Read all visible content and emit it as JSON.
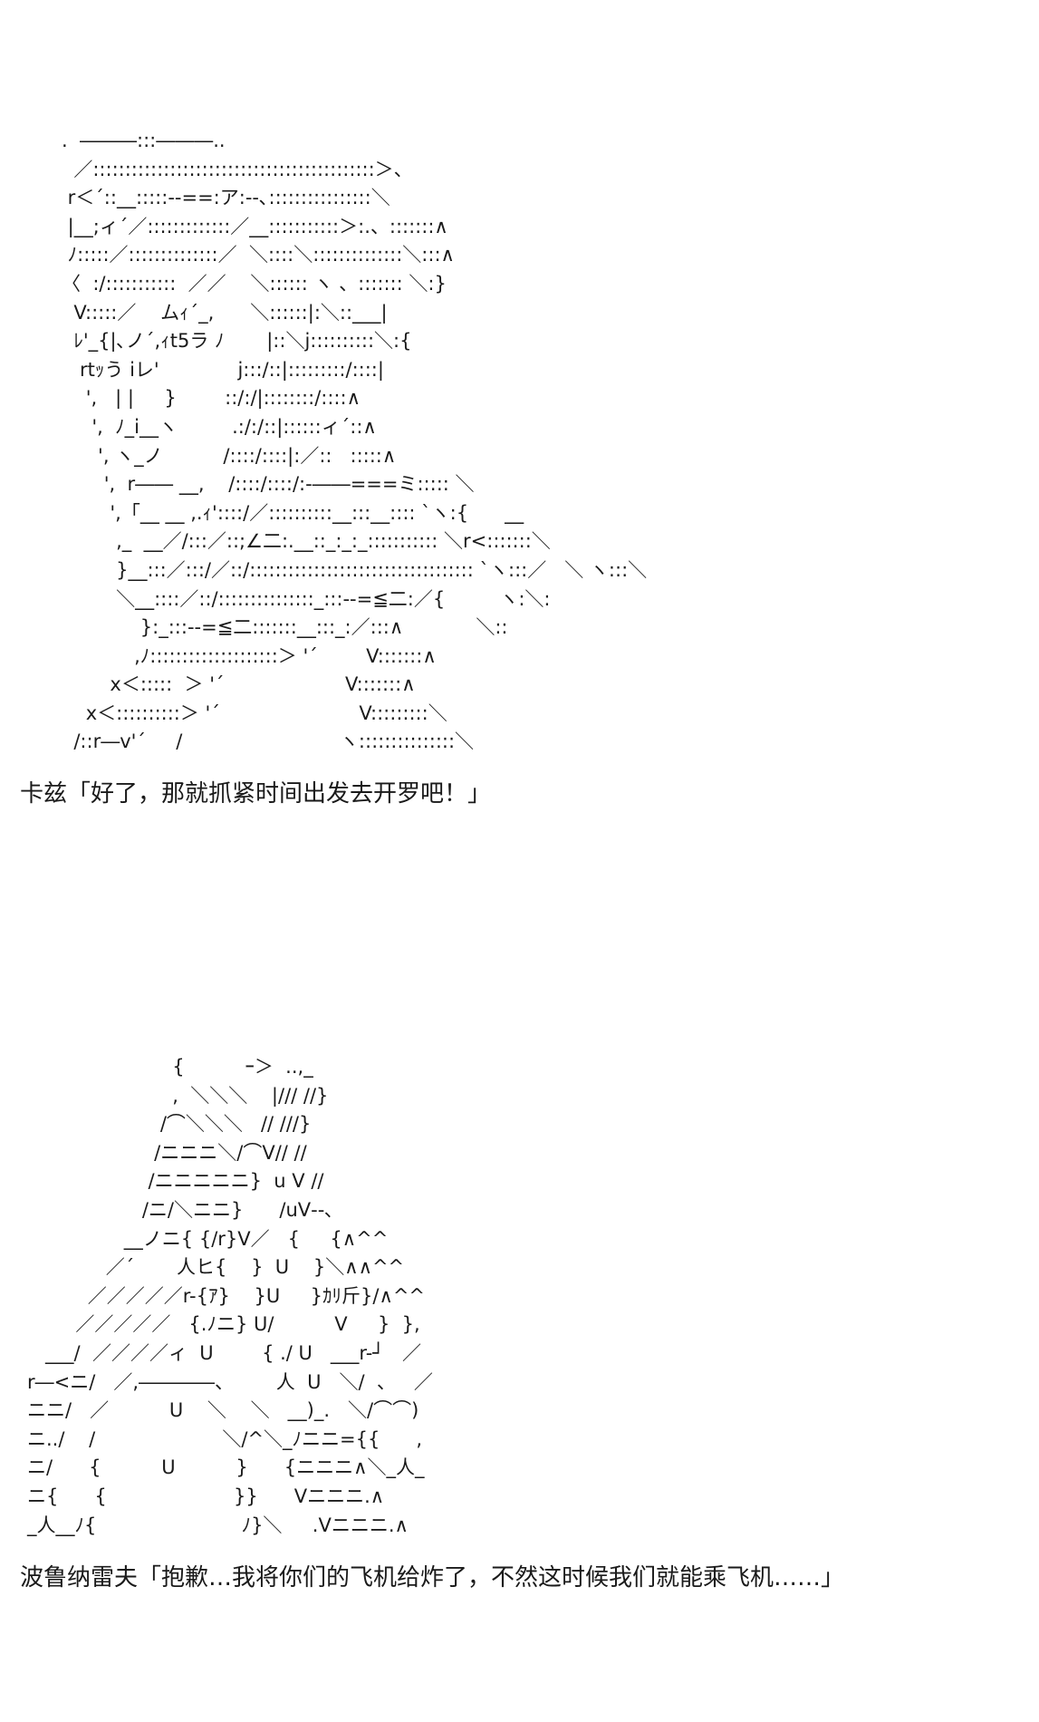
{
  "panels": [
    {
      "art": ".  ―――:::―――..\n  ／::::::::::::::::::::::::::::::::::::::::::::＞、\n r＜´::__:::::‐‐==:ア:‐‐､::::::::::::::::＼\n |__;ィ´／:::::::::::::／__:::::::::::＞:.、:::::::∧\n ﾉ:::::／::::::::::::::／  ＼::::＼::::::::::::::＼:::∧\n〈  :/:::::::::::  ／／    ＼:::::: ヽ 、::::::: ＼:}\n  V:::::／    ムｨ´_,      ＼::::::|:＼::___|\n  ﾚ'_{|､ノ´,ｨt5ラ ﾉ       |::＼j::::::::::＼:{\n   rtｯう iレ'             j:::/::|:::::::::/::::|\n    ',   | |     }        ::/:/|::::::::/::::∧\n     ',  ﾉ_i__ヽ         .:/:/::|::::::ィ´::∧\n      ', ヽ_ノ          /::::/::::|:／::   :::::∧\n       ',  r―― __,    /::::/::::/:-――===ミ::::: ＼\n        ',「__ __ ,.ｨ'::::/／::::::::::__:::__:::: `ヽ:{      __\n         ,_  __／/:::／::;∠二:.__::_:_:_::::::::::: ＼r<:::::::＼\n         }__:::／:::/／::/::::::::::::::::::::::::::::::::::: `ヽ:::／   ＼ ヽ:::＼\n         ＼__::::／::/:::::::::::::::_:::--=≦二:／{         ヽ:＼:\n             }:_:::--=≦二:::::::__:::_:／:::∧            ＼::\n            ,ﾉ::::::::::::::::::::＞ '´        V:::::::∧\n        x＜:::::  ＞ '´                    V:::::::∧\n    x＜::::::::::＞ '´                       V:::::::::＼\n  /::r―v'´     /                          ヽ:::::::::::::::＼",
      "dialogue": "卡兹「好了，那就抓紧时间出发去开罗吧！」"
    },
    {
      "art": "                        {          ｰ＞  ..,_\n                        ,  ＼＼＼    |/// //}\n                      /⌒＼＼＼   // ///}\n                     /ニニニ＼/⌒V// //\n                    /ニニニニニ}  u V //\n                   /ニ/＼ニニ}      /uV‐‐､\n                __ノニ{ {/r}V／   {     {∧^^\n             ／´       人ヒ{    }  U    }＼∧∧^^\n          ／／／／／r-{ｱ}    }U     }ｶﾘ斤}/∧^^\n        ／／／／／   {.ﾉニ} U/          V     }  },\n   ___/  ／／／／ィ  U        { ./ U   ___r-┘   ／\nr―<ニ/   ／,――――、       人  U   ＼/  、   ／\nニニ/   ／          U    ＼    ＼   __)_.   ＼/⌒⌒)\nニ../    /                     ＼/^＼_ﾉニニ={{      ,\nニ/      {          U          }      {ニニニ∧＼_人_\nニ{      {                     }}      Vニニニ.∧\n_人__ﾉ{                        ﾉ}＼     .Vニニニ.∧",
      "dialogue": "波鲁纳雷夫「抱歉…我将你们的飞机给炸了，不然这时候我们就能乘飞机……」"
    }
  ]
}
